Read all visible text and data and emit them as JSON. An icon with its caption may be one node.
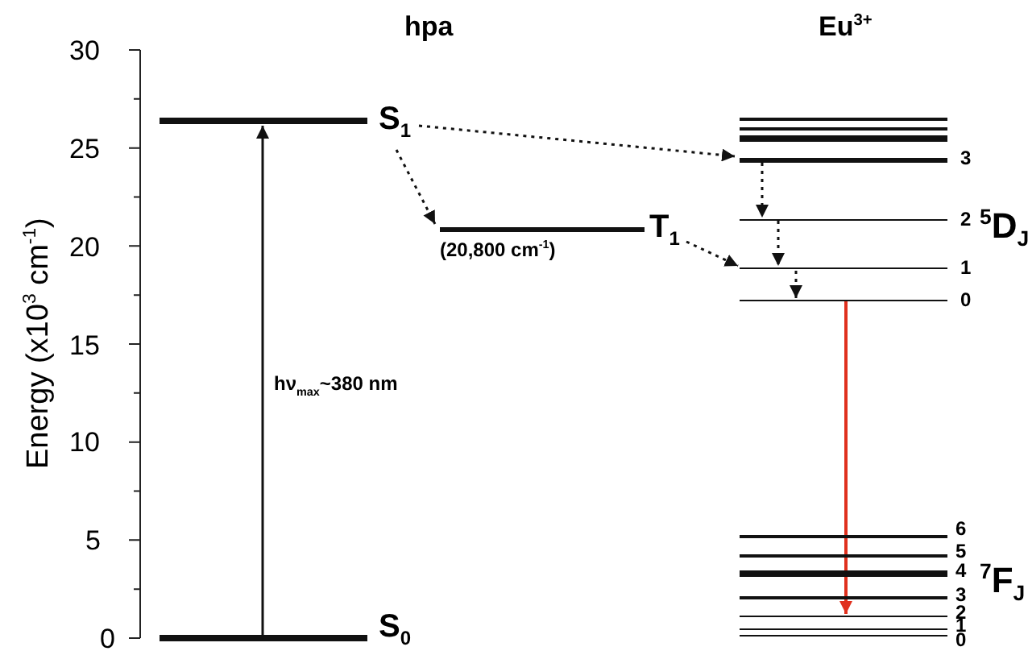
{
  "diagram": {
    "nodes": [
      {
        "text": [
          "S$_{1}$"
        ]
      },
      {
        "text": [
          "S$_{0}$"
        ]
      },
      {
        "text": [
          "T$_{1}$"
        ],
        "beside": [
          "(20,800 cm$^{-1}$)"
        ]
      },
      {
        "text": [],
        "shape": "bar"
      },
      {
        "text": [],
        "shape": "bar"
      },
      {
        "text": [],
        "shape": "bar"
      },
      {
        "text": [
          "3"
        ]
      },
      {
        "text": [
          "2"
        ]
      },
      {
        "text": [
          "1"
        ]
      },
      {
        "text": [
          "0"
        ]
      },
      {
        "text": [
          "6"
        ]
      },
      {
        "text": [
          "5"
        ]
      },
      {
        "text": [
          "4"
        ]
      },
      {
        "text": [
          "3"
        ]
      },
      {
        "text": [
          "2"
        ]
      },
      {
        "text": [
          "1"
        ]
      },
      {
        "text": [
          "0"
        ]
      }
    ],
    "edges": [
      {
        "from": 1,
        "to": 0,
        "arrow": "to",
        "label": "hν$_{max}$~380 nm"
      },
      {
        "from": 0,
        "to": 6,
        "arrow": "to",
        "style": "dashed"
      },
      {
        "from": 0,
        "to": 2,
        "arrow": "to",
        "style": "dashed"
      },
      {
        "from": 2,
        "to": 8,
        "arrow": "to",
        "style": "dashed"
      },
      {
        "from": 6,
        "to": 7,
        "arrow": "to",
        "style": "dashed"
      },
      {
        "from": 7,
        "to": 8,
        "arrow": "to",
        "style": "dashed"
      },
      {
        "from": 8,
        "to": 9,
        "arrow": "to",
        "style": "dashed"
      },
      {
        "from": 9,
        "to": 14,
        "arrow": "to",
        "color": "#e0301e"
      }
    ],
    "labels": [
      "hpa",
      "Eu$^{3+}$",
      "30",
      "25",
      "20",
      "15",
      "10",
      "5",
      "0",
      "Energy (x10$^{3}$ cm$^{-1}$)",
      "$^{5}$D$_{J}$",
      "$^{7}$F$_{J}$"
    ]
  }
}
